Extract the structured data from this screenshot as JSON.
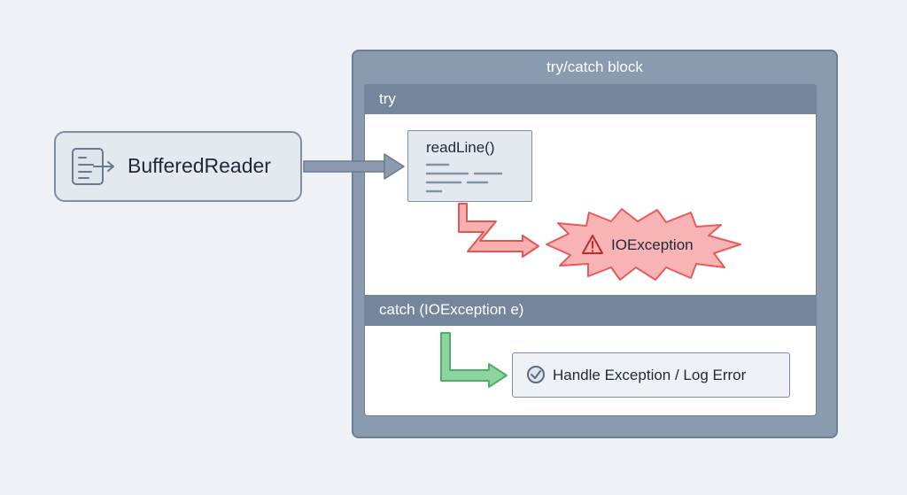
{
  "reader": {
    "label": "BufferedReader",
    "icon": "document-arrow-icon"
  },
  "block": {
    "title": "try/catch block"
  },
  "try_section": {
    "label": "try"
  },
  "call": {
    "label": "readLine()"
  },
  "exception": {
    "label": "IOException",
    "icon": "warning-icon"
  },
  "catch_section": {
    "label": "catch (IOException e)"
  },
  "handler": {
    "label": "Handle Exception / Log Error",
    "icon": "check-circle-icon"
  },
  "colors": {
    "error": "#e85b5b",
    "error_fill": "#f8b4b4",
    "success": "#5cb874",
    "frame": "#8a9bb0",
    "header": "#75869c"
  }
}
